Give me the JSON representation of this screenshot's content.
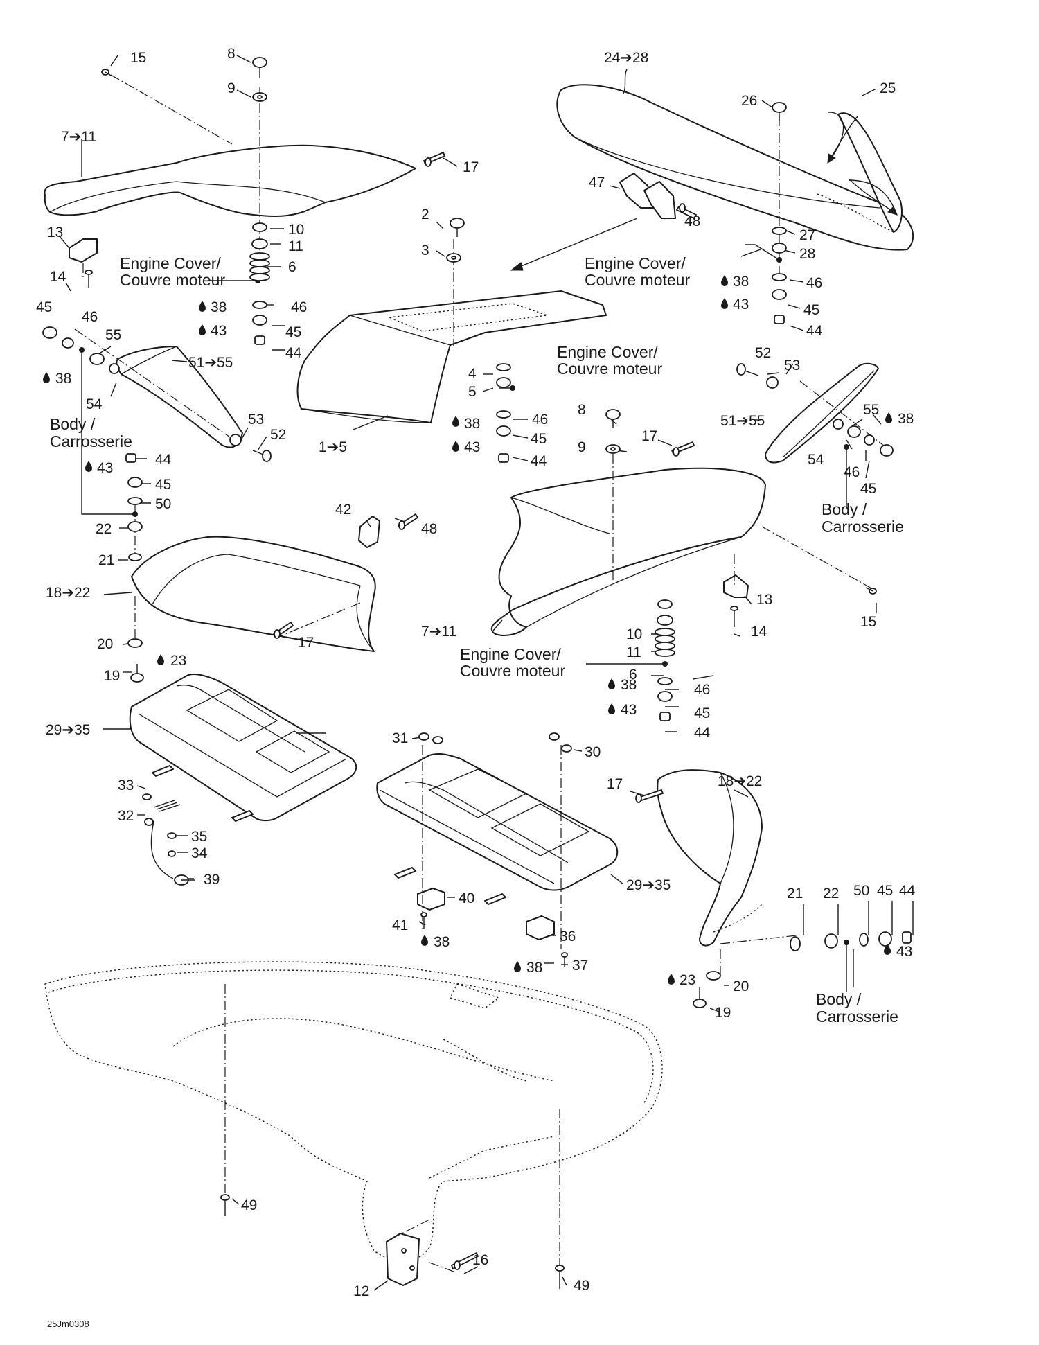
{
  "figure_id": "25Jm0308",
  "notes": {
    "engine_cover": [
      "Engine Cover/",
      "Couvre moteur"
    ],
    "body": [
      "Body /",
      "Carrosserie"
    ]
  },
  "labels": [
    {
      "id": "L1",
      "text": "15"
    },
    {
      "id": "L2",
      "text": "8"
    },
    {
      "id": "L3",
      "text": "9"
    },
    {
      "id": "L4",
      "text": "7➔11"
    },
    {
      "id": "L5",
      "text": "17"
    },
    {
      "id": "L6",
      "text": "13"
    },
    {
      "id": "L7",
      "text": "10"
    },
    {
      "id": "L8",
      "text": "11"
    },
    {
      "id": "L9",
      "text": "6"
    },
    {
      "id": "L10",
      "text": "14"
    },
    {
      "id": "L11",
      "text": "38"
    },
    {
      "id": "L12",
      "text": "46"
    },
    {
      "id": "L13",
      "text": "43"
    },
    {
      "id": "L14",
      "text": "45"
    },
    {
      "id": "L15",
      "text": "44"
    },
    {
      "id": "L16",
      "text": "45"
    },
    {
      "id": "L17",
      "text": "46"
    },
    {
      "id": "L18",
      "text": "55"
    },
    {
      "id": "L19",
      "text": "38"
    },
    {
      "id": "L20",
      "text": "51➔55"
    },
    {
      "id": "L21",
      "text": "54"
    },
    {
      "id": "L22",
      "text": "53"
    },
    {
      "id": "L23",
      "text": "52"
    },
    {
      "id": "L24",
      "text": "44"
    },
    {
      "id": "L25",
      "text": "43"
    },
    {
      "id": "L26",
      "text": "45"
    },
    {
      "id": "L27",
      "text": "50"
    },
    {
      "id": "L28",
      "text": "22"
    },
    {
      "id": "L29",
      "text": "21"
    },
    {
      "id": "L30",
      "text": "18➔22"
    },
    {
      "id": "L31",
      "text": "42"
    },
    {
      "id": "L32",
      "text": "48"
    },
    {
      "id": "L33",
      "text": "17"
    },
    {
      "id": "L34",
      "text": "20"
    },
    {
      "id": "L35",
      "text": "19"
    },
    {
      "id": "L36",
      "text": "23"
    },
    {
      "id": "L37",
      "text": "29➔35"
    },
    {
      "id": "L38",
      "text": "33"
    },
    {
      "id": "L39",
      "text": "32"
    },
    {
      "id": "L40",
      "text": "35"
    },
    {
      "id": "L41",
      "text": "34"
    },
    {
      "id": "L42",
      "text": "39"
    },
    {
      "id": "L43",
      "text": "2"
    },
    {
      "id": "L44",
      "text": "3"
    },
    {
      "id": "L45",
      "text": "4"
    },
    {
      "id": "L46",
      "text": "5"
    },
    {
      "id": "L47",
      "text": "46"
    },
    {
      "id": "L48",
      "text": "38"
    },
    {
      "id": "L49",
      "text": "45"
    },
    {
      "id": "L50",
      "text": "43"
    },
    {
      "id": "L51",
      "text": "44"
    },
    {
      "id": "L52",
      "text": "1➔5"
    },
    {
      "id": "L53",
      "text": "24➔28"
    },
    {
      "id": "L54",
      "text": "25"
    },
    {
      "id": "L55",
      "text": "26"
    },
    {
      "id": "L56",
      "text": "47"
    },
    {
      "id": "L57",
      "text": "48"
    },
    {
      "id": "L58",
      "text": "27"
    },
    {
      "id": "L59",
      "text": "28"
    },
    {
      "id": "L60",
      "text": "38"
    },
    {
      "id": "L61",
      "text": "46"
    },
    {
      "id": "L62",
      "text": "43"
    },
    {
      "id": "L63",
      "text": "45"
    },
    {
      "id": "L64",
      "text": "44"
    },
    {
      "id": "L65",
      "text": "52"
    },
    {
      "id": "L66",
      "text": "53"
    },
    {
      "id": "L67",
      "text": "51➔55"
    },
    {
      "id": "L68",
      "text": "55"
    },
    {
      "id": "L69",
      "text": "38"
    },
    {
      "id": "L70",
      "text": "54"
    },
    {
      "id": "L71",
      "text": "46"
    },
    {
      "id": "L72",
      "text": "45"
    },
    {
      "id": "L73",
      "text": "8"
    },
    {
      "id": "L74",
      "text": "17"
    },
    {
      "id": "L75",
      "text": "9"
    },
    {
      "id": "L76",
      "text": "13"
    },
    {
      "id": "L77",
      "text": "15"
    },
    {
      "id": "L78",
      "text": "7➔11"
    },
    {
      "id": "L79",
      "text": "10"
    },
    {
      "id": "L80",
      "text": "14"
    },
    {
      "id": "L81",
      "text": "11"
    },
    {
      "id": "L82",
      "text": "6"
    },
    {
      "id": "L83",
      "text": "38"
    },
    {
      "id": "L84",
      "text": "46"
    },
    {
      "id": "L85",
      "text": "43"
    },
    {
      "id": "L86",
      "text": "45"
    },
    {
      "id": "L87",
      "text": "44"
    },
    {
      "id": "L88",
      "text": "31"
    },
    {
      "id": "L89",
      "text": "30"
    },
    {
      "id": "L90",
      "text": "29➔35"
    },
    {
      "id": "L91",
      "text": "40"
    },
    {
      "id": "L92",
      "text": "41"
    },
    {
      "id": "L93",
      "text": "38"
    },
    {
      "id": "L94",
      "text": "36"
    },
    {
      "id": "L95",
      "text": "38"
    },
    {
      "id": "L96",
      "text": "37"
    },
    {
      "id": "L97",
      "text": "17"
    },
    {
      "id": "L98",
      "text": "18➔22"
    },
    {
      "id": "L99",
      "text": "21"
    },
    {
      "id": "L100",
      "text": "22"
    },
    {
      "id": "L101",
      "text": "50"
    },
    {
      "id": "L102",
      "text": "45"
    },
    {
      "id": "L103",
      "text": "44"
    },
    {
      "id": "L104",
      "text": "43"
    },
    {
      "id": "L105",
      "text": "23"
    },
    {
      "id": "L106",
      "text": "20"
    },
    {
      "id": "L107",
      "text": "19"
    },
    {
      "id": "L108",
      "text": "49"
    },
    {
      "id": "L109",
      "text": "16"
    },
    {
      "id": "L110",
      "text": "12"
    },
    {
      "id": "L111",
      "text": "49"
    }
  ]
}
